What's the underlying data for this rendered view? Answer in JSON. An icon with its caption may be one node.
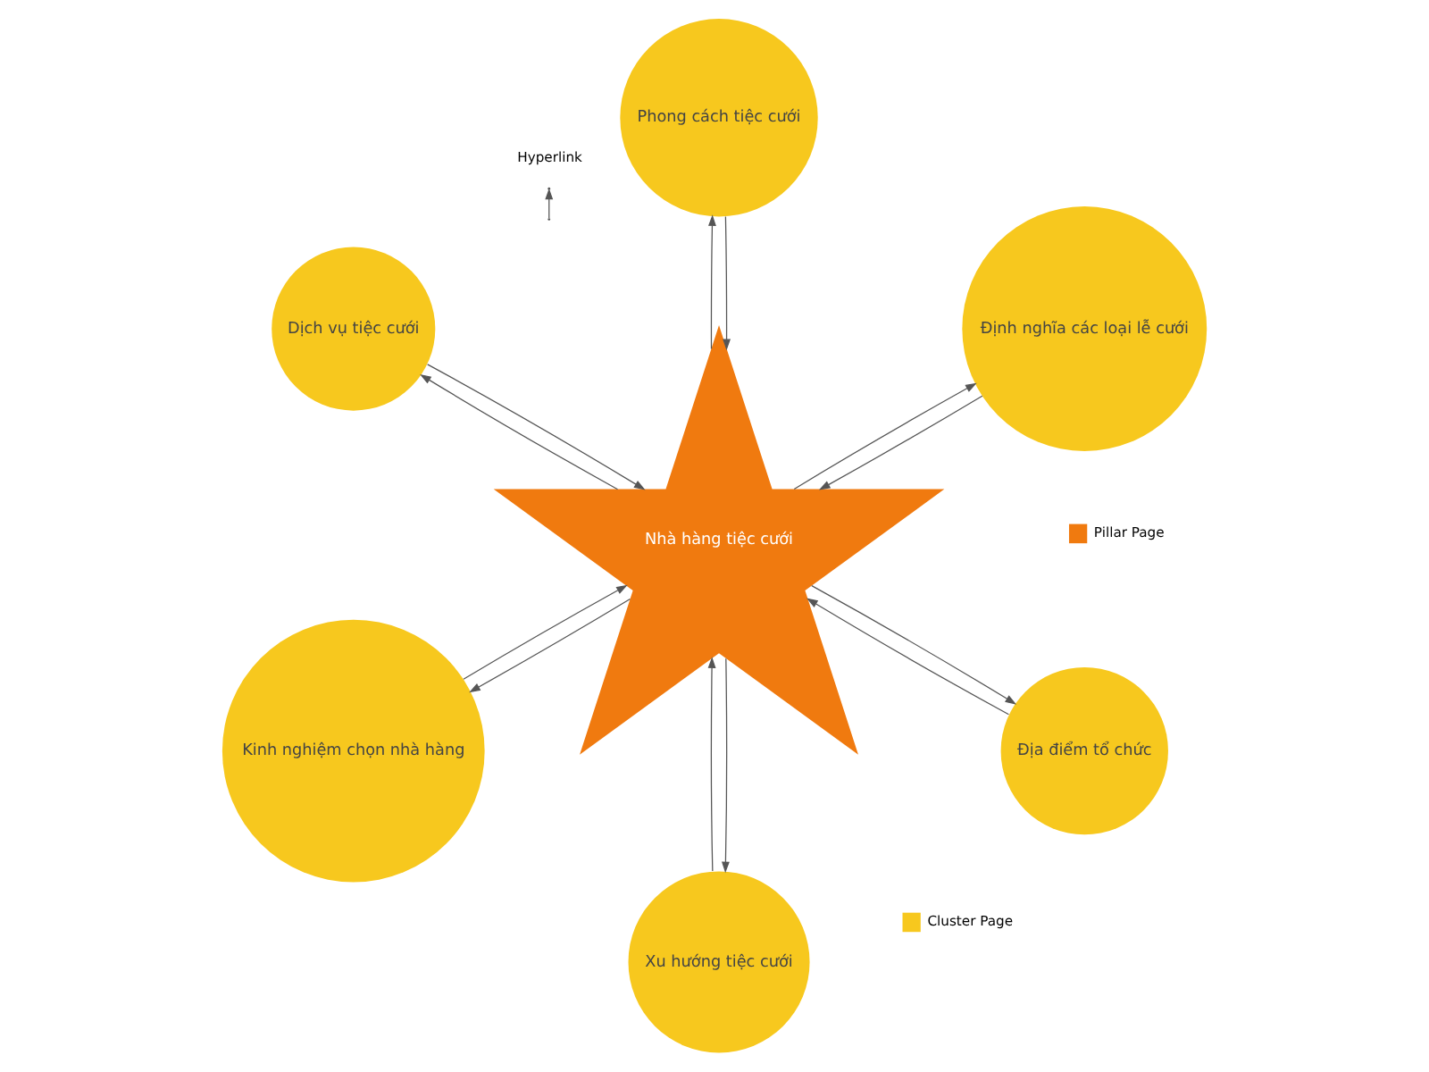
{
  "diagram": {
    "nodes": [
      {
        "text": [
          "Định nghĩa các loại lễ cưới"
        ]
      },
      {
        "text": [
          "Phong cách tiệc cưới"
        ]
      },
      {
        "text": [
          "Dịch vụ tiệc cưới"
        ]
      },
      {
        "text": [
          "Nhà hàng tiệc cưới"
        ]
      },
      {
        "text": [
          "Kinh nghiệm chọn nhà hàng"
        ]
      },
      {
        "text": [
          "Xu hướng tiệc cưới"
        ]
      },
      {
        "text": [
          "Địa điểm tổ chức"
        ]
      }
    ],
    "edges": [
      {
        "from": 3,
        "to": 0,
        "arrow": "to"
      },
      {
        "from": 0,
        "to": 3,
        "arrow": "to"
      },
      {
        "from": 3,
        "to": 1,
        "arrow": "to"
      },
      {
        "from": 1,
        "to": 3,
        "arrow": "to"
      },
      {
        "from": 3,
        "to": 2,
        "arrow": "to"
      },
      {
        "from": 2,
        "to": 3,
        "arrow": "to"
      },
      {
        "from": 3,
        "to": 4,
        "arrow": "to"
      },
      {
        "from": 4,
        "to": 3,
        "arrow": "to"
      },
      {
        "from": 3,
        "to": 5,
        "arrow": "to"
      },
      {
        "from": 5,
        "to": 3,
        "arrow": "to"
      },
      {
        "from": 3,
        "to": 6,
        "arrow": "to"
      },
      {
        "from": 6,
        "to": 3,
        "arrow": "to"
      }
    ],
    "legend": [
      {
        "text": "Pillar Page",
        "color": "#f07a0f"
      },
      {
        "text": "Cluster Page",
        "color": "#f7c81e"
      },
      {
        "text": "Hyperlink"
      }
    ]
  }
}
